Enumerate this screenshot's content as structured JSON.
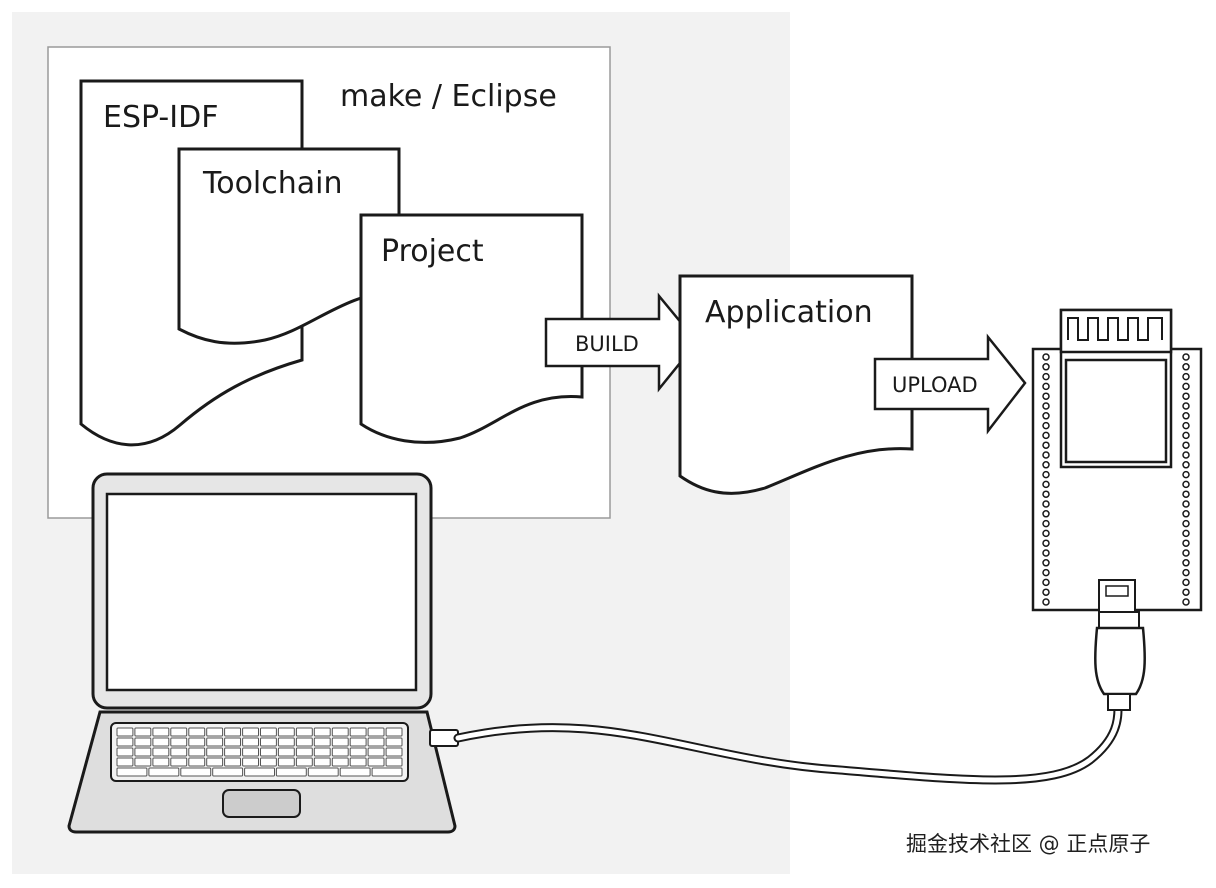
{
  "diagram": {
    "group_label": "make / Eclipse",
    "docs": {
      "esp_idf": "ESP-IDF",
      "toolchain": "Toolchain",
      "project": "Project",
      "application": "Application"
    },
    "arrows": {
      "build": "BUILD",
      "upload": "UPLOAD"
    },
    "devices": {
      "laptop": "laptop",
      "board": "esp32-devkit-board"
    },
    "colors": {
      "background_panel": "#f2f2f2",
      "stroke": "#1a1a1a",
      "paper": "#ffffff"
    }
  },
  "watermark": "掘金技术社区 @ 正点原子"
}
